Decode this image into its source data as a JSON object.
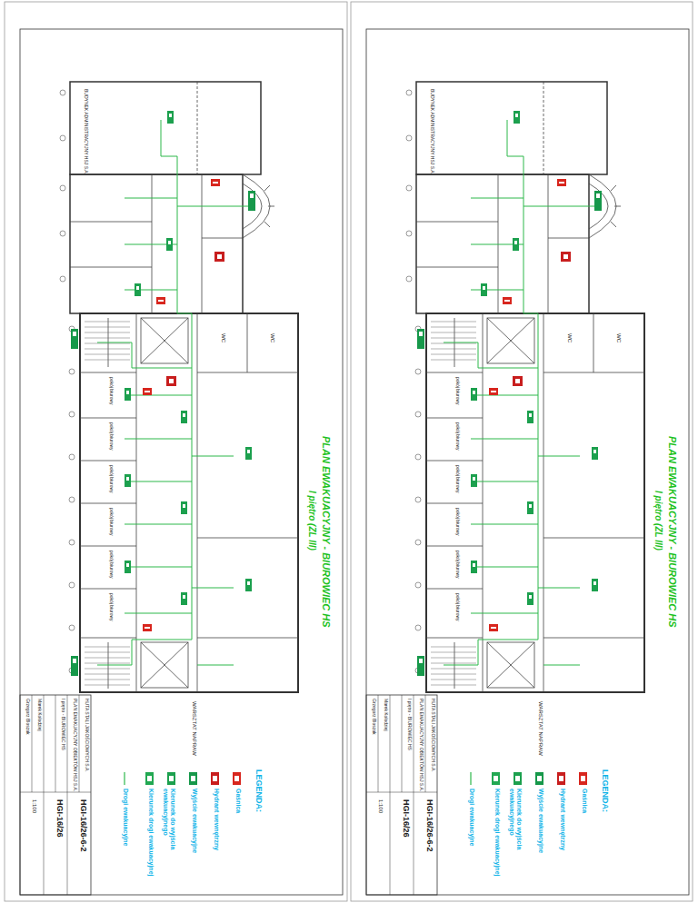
{
  "diagram": {
    "labels": [
      "PLAN EWAKUACYJNY - BIUROWIEC HS",
      "I piętro (ZL III)",
      "LEGENDA:",
      "BUDYNEK ADMINISTRACYJNY HSJ S.A.",
      "WARSZTAT NAPRAW",
      "pokój biurowy",
      "pokój biurowy",
      "pokój biurowy",
      "pokój biurowy",
      "pokój biurowy",
      "pokój biurowy",
      "WC",
      "WC",
      "HUTA STALI JAKOŚCIOWYCH S.A.",
      "PLAN EWAKUACYJNY OBIEKTÓW HSJ S.A.",
      "I piętro - BIUROWIEC HS",
      "HGI-16/26-6-2",
      "HGI-16/26",
      "1:100",
      "Marek Kołodziej",
      "Grzegorz Bloszak",
      "PLAN EWAKUACYJNY - BIUROWIEC HS",
      "I piętro (ZL III)",
      "LEGENDA:",
      "BUDYNEK ADMINISTRACYJNY HSJ S.A.",
      "WARSZTAT NAPRAW",
      "pokój biurowy",
      "pokój biurowy",
      "pokój biurowy",
      "pokój biurowy",
      "pokój biurowy",
      "pokój biurowy",
      "WC",
      "WC",
      "HUTA STALI JAKOŚCIOWYCH S.A.",
      "PLAN EWAKUACYJNY OBIEKTÓW HSJ S.A.",
      "I piętro - BIUROWIEC HS",
      "HGI-16/26-6-2",
      "HGI-16/26",
      "1:100",
      "Marek Kołodziej",
      "Grzegorz Bloszak"
    ],
    "legend": [
      {
        "text": "Gaśnica",
        "color": "#d8261e"
      },
      {
        "text": "Hydrant wewnętrzny",
        "color": "#c81e1e"
      },
      {
        "text": "Wyjście ewakuacyjne",
        "color": "#16984a"
      },
      {
        "text": "Kierunek do wyjścia ewakuacyjnego",
        "color": "#1ca04e"
      },
      {
        "text": "Kierunek drogi ewakuacyjnej",
        "color": "#22a852"
      },
      {
        "text": "Drogi ewakuacyjne"
      },
      {
        "text": "Gaśnica",
        "color": "#d8261e"
      },
      {
        "text": "Hydrant wewnętrzny",
        "color": "#c81e1e"
      },
      {
        "text": "Wyjście ewakuacyjne",
        "color": "#16984a"
      },
      {
        "text": "Kierunek do wyjścia ewakuacyjnego",
        "color": "#1ca04e"
      },
      {
        "text": "Kierunek drogi ewakuacyjnej",
        "color": "#22a852"
      },
      {
        "text": "Drogi ewakuacyjne"
      }
    ]
  }
}
